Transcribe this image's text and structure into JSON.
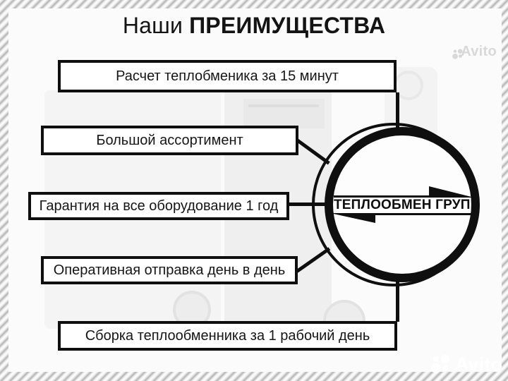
{
  "title": {
    "normal": "Наши",
    "bold": "ПРЕИМУЩЕСТВА"
  },
  "advantages": [
    {
      "label": "Расчет теплобменика за 15 минут"
    },
    {
      "label": "Большой ассортимент"
    },
    {
      "label": "Гарантия на все оборудование 1 год"
    },
    {
      "label": "Оперативная отправка день в день"
    },
    {
      "label": "Сборка теплообменника за 1 рабочий день"
    }
  ],
  "logo": {
    "company": "ТЕПЛООБМЕН ГРУПП"
  },
  "watermarks": {
    "top_right": "Avito",
    "bottom_right": "Avito"
  },
  "colors": {
    "ink": "#0f0f0f",
    "paper": "#fbfbfb",
    "frame_metal": "#c9c9c9",
    "watermark_white": "rgba(255,255,255,0.85)"
  }
}
